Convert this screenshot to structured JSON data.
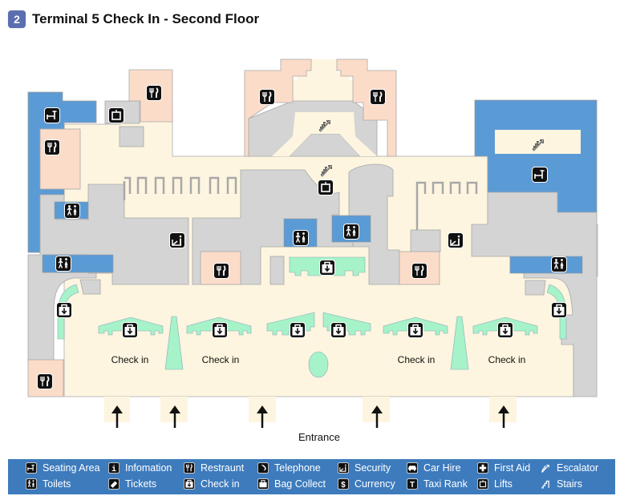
{
  "header": {
    "floor_number": "2",
    "title": "Terminal 5 Check In - Second Floor"
  },
  "colors": {
    "walkway": "#fdf5df",
    "restaurant": "#fbdcc9",
    "service_block": "#d4d4d4",
    "seating_toilets": "#5b9bd5",
    "check_in_desk": "#a6f2c9",
    "legend_background": "#3d7bbd",
    "floor_badge": "#5b6fb0"
  },
  "map": {
    "check_in_labels": [
      "Check in",
      "Check in",
      "Check in",
      "Check in"
    ],
    "entrance_label": "Entrance",
    "entrance_count": 5,
    "icons": [
      {
        "type": "seating-area"
      },
      {
        "type": "restaurant"
      },
      {
        "type": "lift"
      },
      {
        "type": "restaurant"
      },
      {
        "type": "toilets"
      },
      {
        "type": "toilets"
      },
      {
        "type": "security"
      },
      {
        "type": "restaurant"
      },
      {
        "type": "restaurant"
      },
      {
        "type": "restaurant"
      },
      {
        "type": "escalator"
      },
      {
        "type": "escalator"
      },
      {
        "type": "lift"
      },
      {
        "type": "toilets"
      },
      {
        "type": "toilets"
      },
      {
        "type": "check-in"
      },
      {
        "type": "restaurant"
      },
      {
        "type": "security"
      },
      {
        "type": "escalator"
      },
      {
        "type": "seating-area"
      },
      {
        "type": "toilets"
      },
      {
        "type": "check-in"
      },
      {
        "type": "check-in"
      },
      {
        "type": "check-in"
      },
      {
        "type": "check-in"
      },
      {
        "type": "check-in"
      },
      {
        "type": "check-in"
      },
      {
        "type": "check-in"
      },
      {
        "type": "check-in"
      },
      {
        "type": "restaurant"
      }
    ]
  },
  "legend": {
    "items": [
      {
        "icon": "seating-area",
        "label": "Seating Area"
      },
      {
        "icon": "toilets",
        "label": "Toilets"
      },
      {
        "icon": "information",
        "label": "Infomation"
      },
      {
        "icon": "tickets",
        "label": "Tickets"
      },
      {
        "icon": "restaurant",
        "label": "Restraunt"
      },
      {
        "icon": "check-in",
        "label": "Check in"
      },
      {
        "icon": "telephone",
        "label": "Telephone"
      },
      {
        "icon": "bag-collect",
        "label": "Bag Collect"
      },
      {
        "icon": "security",
        "label": "Security"
      },
      {
        "icon": "currency",
        "label": "Currency"
      },
      {
        "icon": "car-hire",
        "label": "Car Hire"
      },
      {
        "icon": "taxi-rank",
        "label": "Taxi Rank"
      },
      {
        "icon": "first-aid",
        "label": "First Aid"
      },
      {
        "icon": "lifts",
        "label": "Lifts"
      },
      {
        "icon": "escalator",
        "label": "Escalator"
      },
      {
        "icon": "stairs",
        "label": "Stairs"
      }
    ]
  }
}
